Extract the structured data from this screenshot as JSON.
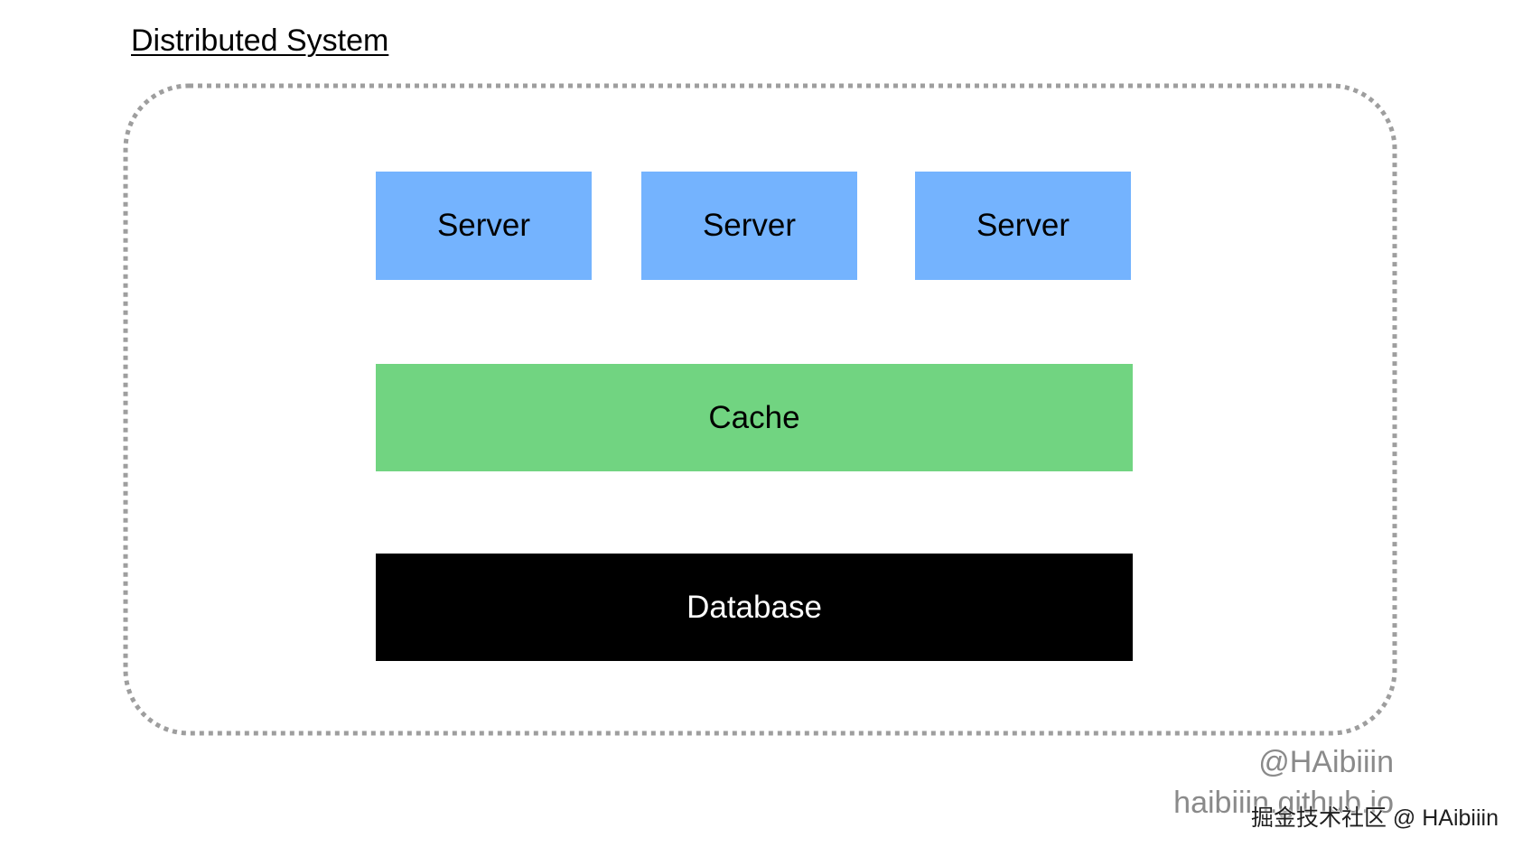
{
  "diagram": {
    "title": "Distributed System",
    "servers": [
      {
        "label": "Server"
      },
      {
        "label": "Server"
      },
      {
        "label": "Server"
      }
    ],
    "cache": {
      "label": "Cache"
    },
    "database": {
      "label": "Database"
    }
  },
  "watermark": {
    "handle": "@HAibiiin",
    "site": "haibiiin.github.io",
    "platform": "掘金技术社区 @ HAibiiin"
  },
  "colors": {
    "server": "#74b3fe",
    "cache": "#71d481",
    "database": "#000000",
    "boundary": "#9e9e9e",
    "watermark": "#8a8a8a"
  }
}
